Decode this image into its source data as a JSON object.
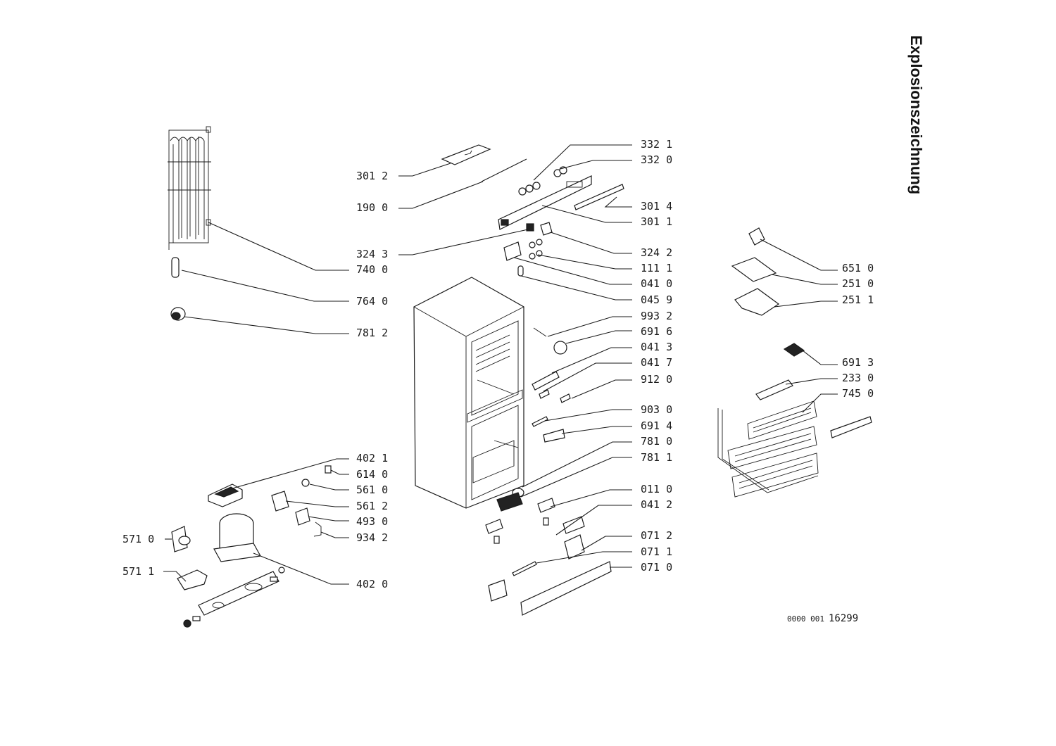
{
  "title": "Explosionszeichnung",
  "doc_ref": {
    "prefix": "0000 001",
    "number": "16299"
  },
  "labels": {
    "l3321": "332 1",
    "l3320": "332 0",
    "l3012": "301 2",
    "l1900": "190 0",
    "l3014": "301 4",
    "l3011": "301 1",
    "l3243": "324 3",
    "l3242": "324 2",
    "l7400": "740 0",
    "l1111": "111 1",
    "l0410": "041 0",
    "l7640": "764 0",
    "l0459": "045 9",
    "l9932": "993 2",
    "l7812": "781 2",
    "l6916": "691 6",
    "l0413": "041 3",
    "l0417": "041 7",
    "l9120": "912 0",
    "l9030": "903 0",
    "l6914": "691 4",
    "l7810": "781 0",
    "l7811": "781 1",
    "l4021": "402 1",
    "l6140": "614 0",
    "l5610": "561 0",
    "l5612": "561 2",
    "l4930": "493 0",
    "l9342": "934 2",
    "l0110": "011 0",
    "l0412": "041 2",
    "l0712": "071 2",
    "l0711": "071 1",
    "l0710": "071 0",
    "l5710": "571 0",
    "l5711": "571 1",
    "l4020": "402 0",
    "l6510": "651 0",
    "l2510": "251 0",
    "l2511": "251 1",
    "l6913": "691 3",
    "l2330": "233 0",
    "l7450": "745 0"
  },
  "colors": {
    "ink": "#1a1a1a",
    "paper": "#ffffff"
  }
}
